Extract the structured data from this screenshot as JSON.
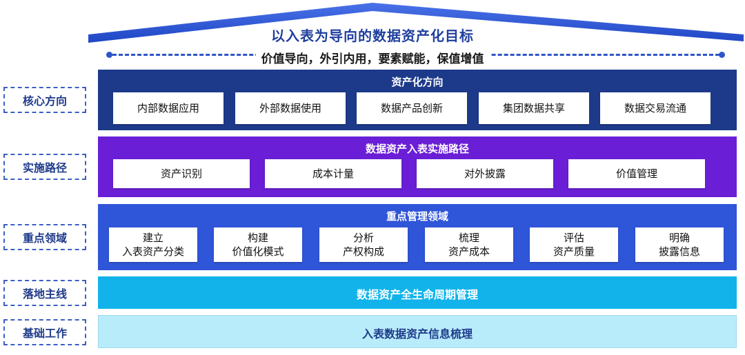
{
  "goal": "以入表为导向的数据资产化目标",
  "principle": "价值导向，外引内用，要素赋能，保值增值",
  "side_labels": [
    "核心方向",
    "实施路径",
    "重点领域",
    "落地主线",
    "基础工作"
  ],
  "bands": {
    "direction": {
      "title": "资产化方向",
      "items": [
        "内部数据应用",
        "外部数据使用",
        "数据产品创新",
        "集团数据共享",
        "数据交易流通"
      ]
    },
    "path": {
      "title": "数据资产入表实施路径",
      "items": [
        "资产识别",
        "成本计量",
        "对外披露",
        "价值管理"
      ]
    },
    "domains": {
      "title": "重点管理领域",
      "items": [
        [
          "建立",
          "入表资产分类"
        ],
        [
          "构建",
          "价值化模式"
        ],
        [
          "分析",
          "产权构成"
        ],
        [
          "梳理",
          "资产成本"
        ],
        [
          "评估",
          "资产质量"
        ],
        [
          "明确",
          "披露信息"
        ]
      ]
    },
    "mainline": {
      "title": "数据资产全生命周期管理"
    },
    "foundation": {
      "title": "入表数据资产信息梳理"
    }
  },
  "colors": {
    "roof": "#2f55d8",
    "direction": "#1d3a8a",
    "path": "#6a1fd6",
    "domains": "#2f55d8",
    "mainline": "#11b3ea",
    "foundation": "#b8ecfb"
  }
}
